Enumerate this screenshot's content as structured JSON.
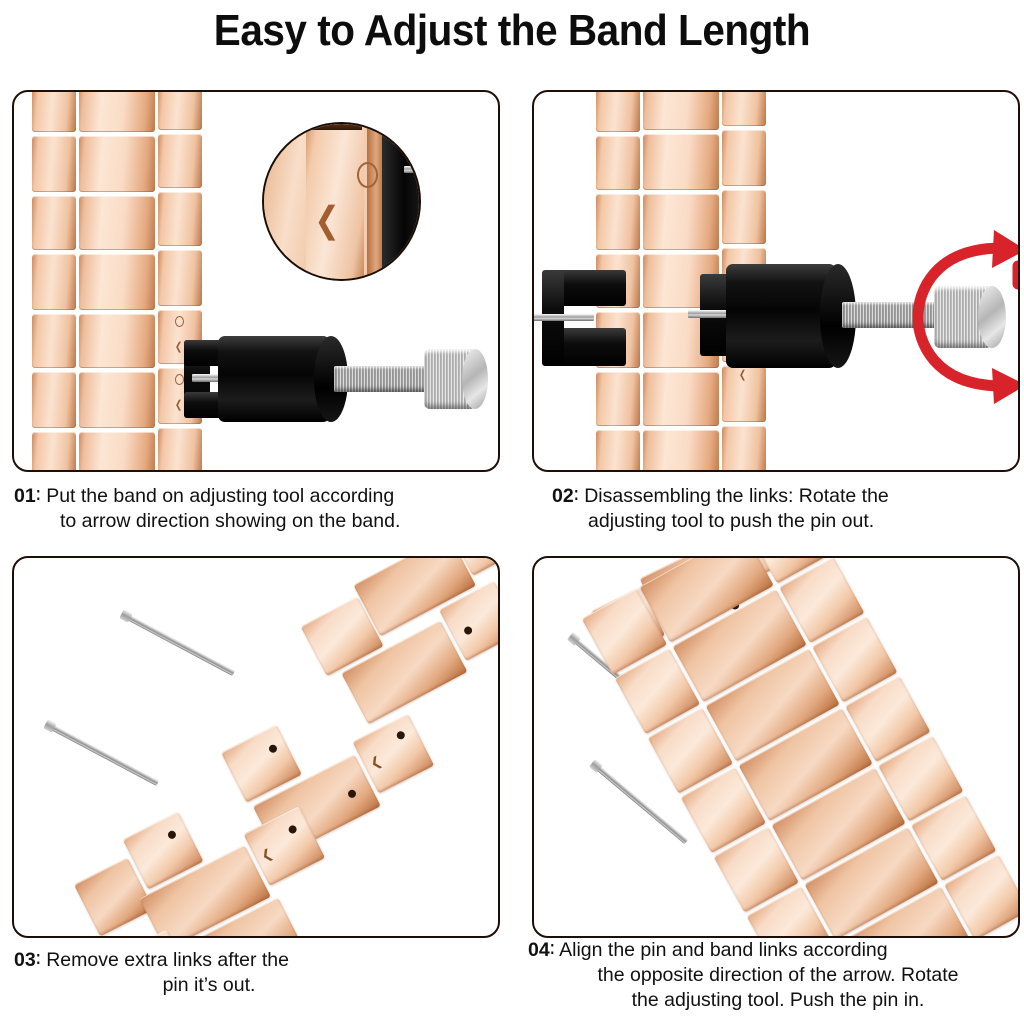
{
  "title": "Easy to Adjust the Band Length",
  "colors": {
    "rose_gold_light": "#fce9da",
    "rose_gold_mid": "#f2c8a8",
    "rose_gold_dark": "#bb7649",
    "tool_black": "#0d0d0d",
    "steel_silver": "#d8d8d8",
    "rotation_red": "#d8232a",
    "panel_border": "#1d0f08",
    "background": "#ffffff",
    "text": "#111111"
  },
  "steps": [
    {
      "number": "01",
      "colon": "∶",
      "line1": "Put the band on adjusting tool according",
      "line2": "to arrow direction showing on the band.",
      "panel_name": "step-1-illustration",
      "elements": [
        "watch-band-vertical",
        "magnifier-circle-inset",
        "band-adjusting-tool",
        "arrow-marking",
        "pin-hole-marking"
      ]
    },
    {
      "number": "02",
      "colon": "∶",
      "line1": "Disassembling the links: Rotate the",
      "line2": "adjusting tool to push the pin out.",
      "panel_name": "step-2-illustration",
      "elements": [
        "watch-band-vertical",
        "tool-fork-holder",
        "band-adjusting-tool",
        "rotation-arrows-red",
        "pin-being-pushed"
      ]
    },
    {
      "number": "03",
      "colon": "∶",
      "line1": "Remove extra links after the",
      "line2": "pin it’s out.",
      "panel_name": "step-3-illustration",
      "elements": [
        "removed-pin",
        "removed-pin",
        "disassembled-links",
        "arrow-marking"
      ]
    },
    {
      "number": "04",
      "colon": "∶",
      "line1": "Align the pin and band links according",
      "line2": "the opposite direction of the arrow. Rotate",
      "line3": "the adjusting tool. Push the pin in.",
      "panel_name": "step-4-illustration",
      "elements": [
        "loose-pin",
        "loose-pin",
        "detached-link",
        "assembled-band-diagonal",
        "arrow-marking"
      ]
    }
  ]
}
